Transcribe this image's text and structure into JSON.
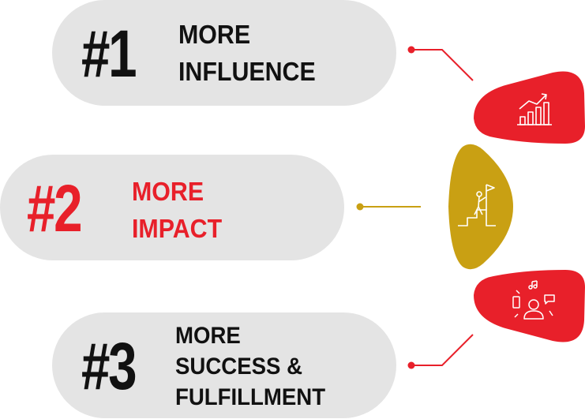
{
  "items": [
    {
      "number": "#1",
      "line1": "MORE",
      "line2": "INFLUENCE",
      "icon": "growth-chart-icon",
      "color": "#e8202a"
    },
    {
      "number": "#2",
      "line1": "MORE",
      "line2": "IMPACT",
      "icon": "summit-flag-icon",
      "color": "#c9a013"
    },
    {
      "number": "#3",
      "line1": "MORE",
      "line2": "SUCCESS &",
      "line3": "FULFILLMENT",
      "icon": "connected-person-icon",
      "color": "#e8202a"
    }
  ],
  "colors": {
    "red": "#e8202a",
    "gold": "#c9a013",
    "pill_bg": "#e4e4e4",
    "text_dark": "#111111"
  }
}
